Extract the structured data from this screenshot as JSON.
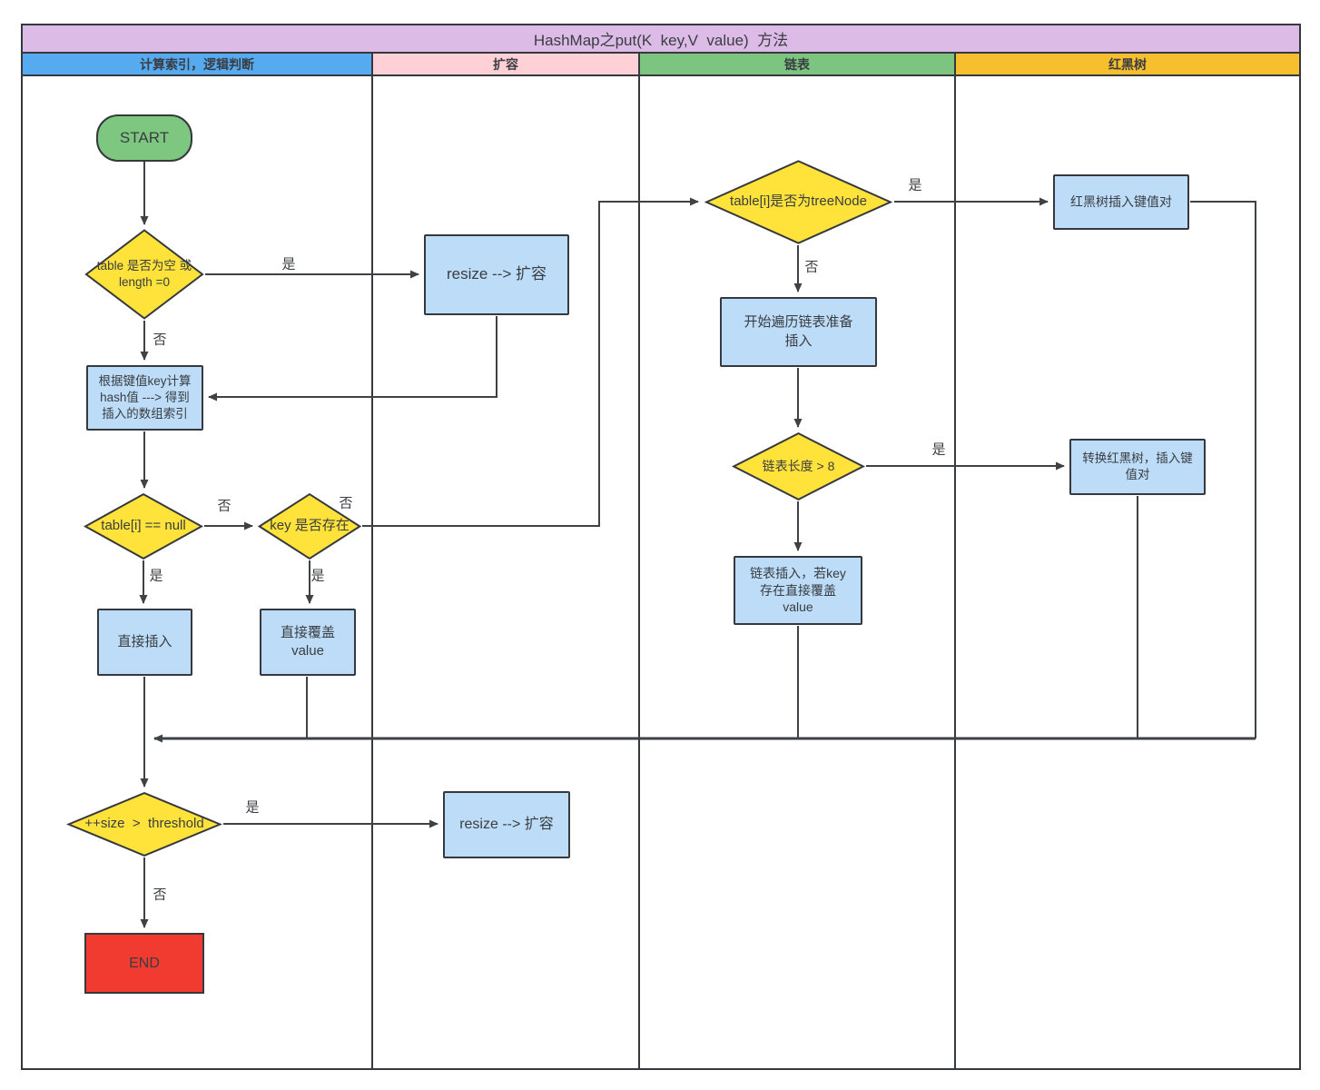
{
  "title": "HashMap之put(K  key,V  value)  方法",
  "lanes": {
    "lane1": "计算索引，逻辑判断",
    "lane2": "扩容",
    "lane3": "链表",
    "lane4": "红黑树"
  },
  "labels": {
    "yes": "是",
    "no": "否"
  },
  "nodes": {
    "start": "START",
    "check_table_empty": "table 是否为空 或\nlength =0",
    "resize_top": "resize --> 扩容",
    "hash_calc": "根据键值key计算\nhash值 ---> 得到\n插入的数组索引",
    "check_table_null": "table[i] == null",
    "check_key_exists": "key 是否存在",
    "insert_direct": "直接插入",
    "overwrite_value": "直接覆盖\nvalue",
    "check_treenode": "table[i]是否为treeNode",
    "rbt_insert": "红黑树插入键值对",
    "traverse_list": "开始遍历链表准备\n插入",
    "check_list_len": "链表长度 > 8",
    "convert_rbt": "转换红黑树，插入键\n值对",
    "list_insert": "链表插入，若key\n存在直接覆盖\nvalue",
    "check_size_threshold": "++size  >  threshold",
    "resize_bottom": "resize --> 扩容",
    "end": "END"
  },
  "colors": {
    "border": "#35383d",
    "line": "#3f4245",
    "title_bg": "#dcbbe6",
    "lane1": "#55aaf0",
    "lane2": "#ffd0d6",
    "lane3": "#7cc47f",
    "lane4": "#f7bf2d",
    "yellow": "#ffe23a",
    "blue": "#bcdcf7",
    "green": "#7ec781",
    "red": "#f23b30",
    "text": "#3a3d42"
  }
}
